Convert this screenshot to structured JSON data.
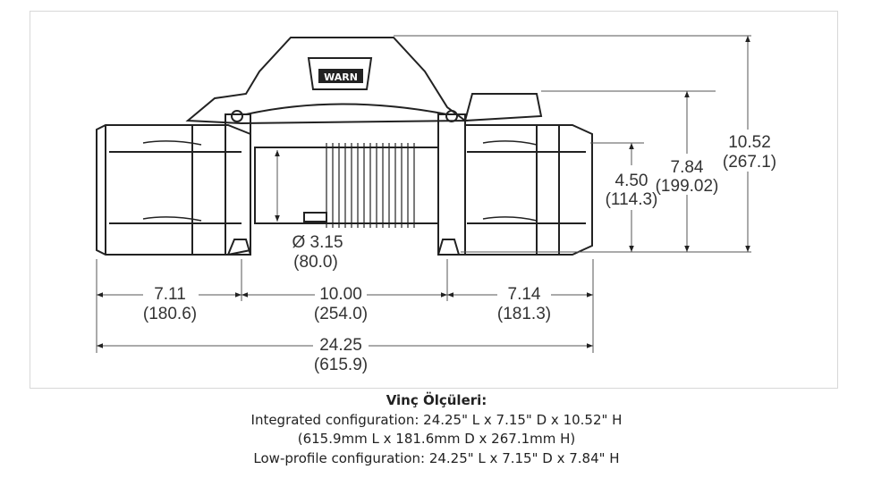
{
  "drawing": {
    "logo_text": "WARN",
    "dimensions": {
      "left_motor": {
        "in": "7.11",
        "mm": "(180.6)"
      },
      "drum": {
        "in": "10.00",
        "mm": "(254.0)"
      },
      "right_end": {
        "in": "7.14",
        "mm": "(181.3)"
      },
      "overall_length": {
        "in": "24.25",
        "mm": "(615.9)"
      },
      "drum_diameter": {
        "in": "Ø 3.15",
        "mm": "(80.0)"
      },
      "mount_height": {
        "in": "4.50",
        "mm": "(114.3)"
      },
      "low_profile_height": {
        "in": "7.84",
        "mm": "(199.02)"
      },
      "integrated_height": {
        "in": "10.52",
        "mm": "(267.1)"
      }
    }
  },
  "caption": {
    "title": "Vinç Ölçüleri:",
    "line1": "Integrated configuration: 24.25\" L x 7.15\" D x 10.52\" H",
    "line2": "(615.9mm L x 181.6mm D x 267.1mm H)",
    "line3": "Low-profile configuration: 24.25\" L x 7.15\" D x 7.84\" H"
  }
}
